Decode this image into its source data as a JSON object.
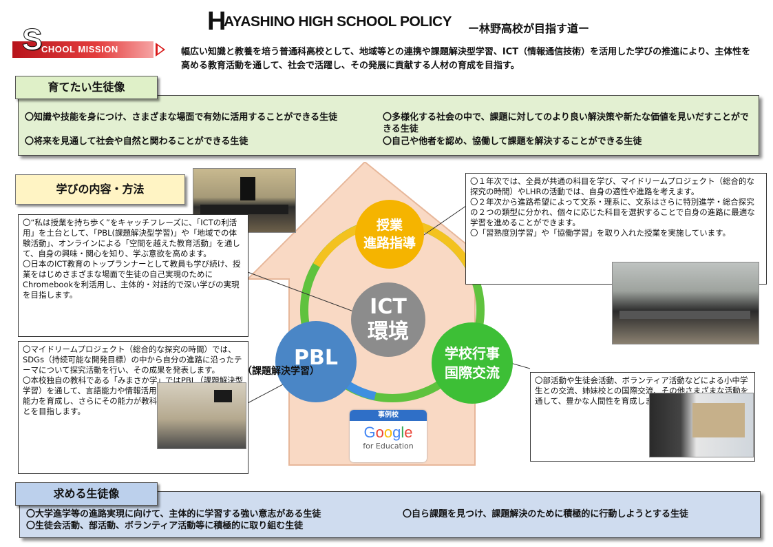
{
  "header": {
    "title_initial": "H",
    "title_rest": "AYASHINO HIGH SCHOOL POLICY",
    "subtitle": "ー林野高校が目指す道ー"
  },
  "mission": {
    "label_initial": "S",
    "label_rest": "CHOOL MISSION",
    "text": "幅広い知識と教養を培う普通科高校として、地域等との連携や課題解決型学習、ICT（情報通信技術）を活用した学びの推進により、主体性を高める教育活動を通して、社会で活躍し、その発展に貢献する人材の育成を目指す。"
  },
  "student_ideal": {
    "heading": "育てたい生徒像",
    "items": [
      "〇知識や技能を身につけ、さまざまな場面で有効に活用することができる生徒",
      "〇多様化する社会の中で、課題に対してのより良い解決策や新たな価値を見いだすことができる生徒",
      "〇将来を見通して社会や自然と関わることができる生徒",
      "〇自己や他者を認め、協働して課題を解決することができる生徒"
    ]
  },
  "learning": {
    "heading": "学びの内容・方法",
    "note_left": "〇“私は授業を持ち歩く”をキャッチフレーズに、「ICTの利活用」を土台として、「PBL(課題解決型学習)」や「地域での体験活動」、オンラインによる「空間を越えた教育活動」を通して、自身の興味・関心を知り、学ぶ意欲を高めます。\n〇日本のICT教育のトップランナーとして教員も学び続け、授業をはじめさまざまな場面で生徒の自己実現のためにChromebookを利活用し、主体的・対話的で深い学びの実現を目指します。",
    "note_pbl": "〇マイドリームプロジェクト（総合的な探究の時間）では、SDGs（持続可能な開発目標）の中から自分の進路に沿ったテーマについて探究活動を行い、その成果を発表します。\n〇本校独自の教科である「みまさか学」ではPBL（課題解決型学習）を通して、言語能力や情報活用能力、問題発見・解決能力を育成し、さらにその能力が教科横断的に発揮されることを目指します。",
    "note_class": "〇１年次では、全員が共通の科目を学び、マイドリームプロジェクト（総合的な探究の時間）やLHRの活動では、自身の適性や進路を考えます。\n〇２年次から進路希望によって文系・理系に、文系はさらに特別進学・総合探究の２つの類型に分かれ、個々に応じた科目を選択することで自身の進路に最適な学習を進めることができます。\n〇「習熟度別学習」や「協働学習」を取り入れた授業を実施しています。",
    "note_events": "〇部活動や生徒会活動、ボランティア活動などによる小中学生との交流、姉妹校との国際交流、その他さまざまな活動を通して、豊かな人間性を育成します。"
  },
  "diagram": {
    "center_line1": "ICT",
    "center_line2": "環境",
    "top_line1": "授業",
    "top_line2": "進路指導",
    "left_line1": "PBL",
    "left_sub": "（課題解決学習）",
    "right_line1": "学校行事",
    "right_line2": "国際交流",
    "badge_label": "事例校",
    "badge_brand": "Google",
    "badge_sub": "for Education",
    "colors": {
      "top": "#f5b400",
      "left": "#4a86c6",
      "right": "#3dbf36",
      "center": "#8c8c8c",
      "house": "#f9d9c4"
    }
  },
  "required": {
    "heading": "求める生徒像",
    "items": [
      "〇大学進学等の進路実現に向けて、主体的に学習する強い意志がある生徒",
      "〇自ら課題を見つけ、課題解決のために積極的に行動しようとする生徒",
      "〇生徒会活動、部活動、ボランティア活動等に積極的に取り組む生徒"
    ]
  }
}
